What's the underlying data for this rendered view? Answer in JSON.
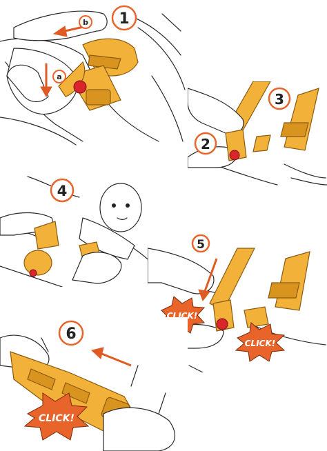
{
  "steps": [
    {
      "number": "1",
      "letters": [
        "a",
        "b"
      ]
    },
    {
      "number": "2"
    },
    {
      "number": "3"
    },
    {
      "number": "4"
    },
    {
      "number": "5",
      "click_labels": [
        "CLICK!",
        "CLICK!"
      ]
    },
    {
      "number": "6",
      "click_labels": [
        "CLICK!"
      ]
    }
  ],
  "colors": {
    "strap": "#f2b23a",
    "strap_dark": "#d9941f",
    "button_red": "#d8262a",
    "arrow_orange": "#e05a24",
    "badge_ring": "#e8642a",
    "click_burst": "#e8642a"
  },
  "icons": [
    "buckle-release-button-icon",
    "push-arrow-icon",
    "pull-arrow-icon",
    "click-burst-icon"
  ]
}
